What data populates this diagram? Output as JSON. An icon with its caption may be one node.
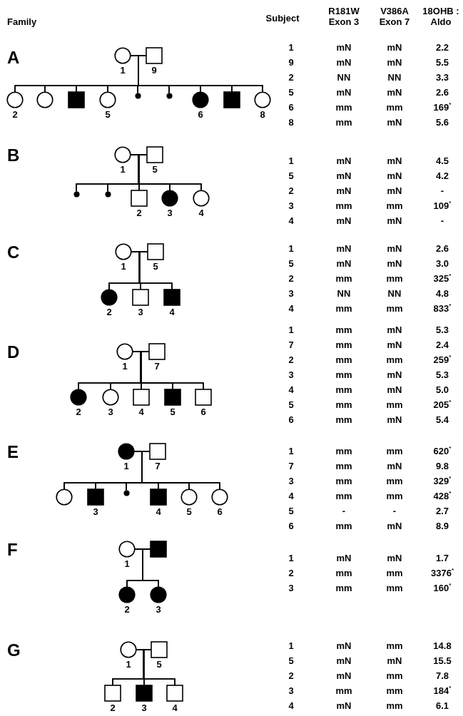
{
  "diagram": {
    "nodes": [
      {
        "text": [],
        "shape": "circle",
        "beside": [
          "1"
        ]
      },
      {
        "text": [],
        "shape": "box",
        "beside": [
          "9"
        ]
      },
      {
        "text": [],
        "shape": "circle",
        "beside": [
          "2"
        ]
      },
      {
        "text": [],
        "shape": "circle"
      },
      {
        "text": [],
        "shape": "block"
      },
      {
        "text": [],
        "shape": "circle",
        "beside": [
          "5"
        ]
      },
      {
        "text": [],
        "shape": "dot"
      },
      {
        "text": [],
        "shape": "dot"
      },
      {
        "text": [],
        "shape": "disc",
        "beside": [
          "6"
        ]
      },
      {
        "text": [],
        "shape": "block"
      },
      {
        "text": [],
        "shape": "circle",
        "beside": [
          "8"
        ]
      },
      {
        "text": [],
        "shape": "circle",
        "beside": [
          "1"
        ]
      },
      {
        "text": [],
        "shape": "box",
        "beside": [
          "5"
        ]
      },
      {
        "text": [],
        "shape": "dot"
      },
      {
        "text": [],
        "shape": "dot"
      },
      {
        "text": [],
        "shape": "box",
        "beside": [
          "2"
        ]
      },
      {
        "text": [],
        "shape": "disc",
        "beside": [
          "3"
        ]
      },
      {
        "text": [],
        "shape": "circle",
        "beside": [
          "4"
        ]
      },
      {
        "text": [],
        "shape": "circle",
        "beside": [
          "1"
        ]
      },
      {
        "text": [],
        "shape": "box",
        "beside": [
          "5"
        ]
      },
      {
        "text": [],
        "shape": "disc",
        "beside": [
          "2"
        ]
      },
      {
        "text": [],
        "shape": "box",
        "beside": [
          "3"
        ]
      },
      {
        "text": [],
        "shape": "block",
        "beside": [
          "4"
        ]
      },
      {
        "text": [],
        "shape": "circle",
        "beside": [
          "1"
        ]
      },
      {
        "text": [],
        "shape": "box",
        "beside": [
          "7"
        ]
      },
      {
        "text": [],
        "shape": "disc",
        "beside": [
          "2"
        ]
      },
      {
        "text": [],
        "shape": "circle",
        "beside": [
          "3"
        ]
      },
      {
        "text": [],
        "shape": "box",
        "beside": [
          "4"
        ]
      },
      {
        "text": [],
        "shape": "block",
        "beside": [
          "5"
        ]
      },
      {
        "text": [],
        "shape": "box",
        "beside": [
          "6"
        ]
      },
      {
        "text": [],
        "shape": "disc",
        "beside": [
          "1"
        ]
      },
      {
        "text": [],
        "shape": "box",
        "beside": [
          "7"
        ]
      },
      {
        "text": [],
        "shape": "circle"
      },
      {
        "text": [],
        "shape": "block",
        "beside": [
          "3"
        ]
      },
      {
        "text": [],
        "shape": "dot"
      },
      {
        "text": [],
        "shape": "block",
        "beside": [
          "4"
        ]
      },
      {
        "text": [],
        "shape": "circle",
        "beside": [
          "5"
        ]
      },
      {
        "text": [],
        "shape": "circle",
        "beside": [
          "6"
        ]
      },
      {
        "text": [],
        "shape": "circle",
        "beside": [
          "1"
        ]
      },
      {
        "text": [],
        "shape": "block"
      },
      {
        "text": [],
        "shape": "disc",
        "beside": [
          "2"
        ]
      },
      {
        "text": [],
        "shape": "disc",
        "beside": [
          "3"
        ]
      },
      {
        "text": [],
        "shape": "circle",
        "beside": [
          "1"
        ]
      },
      {
        "text": [],
        "shape": "box",
        "beside": [
          "5"
        ]
      },
      {
        "text": [],
        "shape": "box",
        "beside": [
          "2"
        ]
      },
      {
        "text": [],
        "shape": "block",
        "beside": [
          "3"
        ]
      },
      {
        "text": [],
        "shape": "box",
        "beside": [
          "4"
        ]
      }
    ],
    "edges": [
      {
        "from": 0,
        "to": 1,
        "arrow": "none"
      },
      {
        "from": 0,
        "to": 2,
        "arrow": "none"
      },
      {
        "from": 1,
        "to": 2,
        "arrow": "none"
      },
      {
        "from": 0,
        "to": 3,
        "arrow": "none"
      },
      {
        "from": 1,
        "to": 3,
        "arrow": "none"
      },
      {
        "from": 0,
        "to": 4,
        "arrow": "none"
      },
      {
        "from": 1,
        "to": 4,
        "arrow": "none"
      },
      {
        "from": 0,
        "to": 5,
        "arrow": "none"
      },
      {
        "from": 1,
        "to": 5,
        "arrow": "none"
      },
      {
        "from": 0,
        "to": 6,
        "arrow": "none"
      },
      {
        "from": 1,
        "to": 6,
        "arrow": "none"
      },
      {
        "from": 0,
        "to": 7,
        "arrow": "none"
      },
      {
        "from": 1,
        "to": 7,
        "arrow": "none"
      },
      {
        "from": 0,
        "to": 8,
        "arrow": "none"
      },
      {
        "from": 1,
        "to": 8,
        "arrow": "none"
      },
      {
        "from": 0,
        "to": 9,
        "arrow": "none"
      },
      {
        "from": 1,
        "to": 9,
        "arrow": "none"
      },
      {
        "from": 0,
        "to": 10,
        "arrow": "none"
      },
      {
        "from": 1,
        "to": 10,
        "arrow": "none"
      },
      {
        "from": 11,
        "to": 12,
        "arrow": "none"
      },
      {
        "from": 11,
        "to": 13,
        "arrow": "none"
      },
      {
        "from": 12,
        "to": 13,
        "arrow": "none"
      },
      {
        "from": 11,
        "to": 14,
        "arrow": "none"
      },
      {
        "from": 12,
        "to": 14,
        "arrow": "none"
      },
      {
        "from": 11,
        "to": 15,
        "arrow": "none"
      },
      {
        "from": 12,
        "to": 15,
        "arrow": "none"
      },
      {
        "from": 11,
        "to": 16,
        "arrow": "none"
      },
      {
        "from": 12,
        "to": 16,
        "arrow": "none"
      },
      {
        "from": 11,
        "to": 17,
        "arrow": "none"
      },
      {
        "from": 12,
        "to": 17,
        "arrow": "none"
      },
      {
        "from": 18,
        "to": 19,
        "arrow": "none"
      },
      {
        "from": 18,
        "to": 20,
        "arrow": "none"
      },
      {
        "from": 19,
        "to": 20,
        "arrow": "none"
      },
      {
        "from": 18,
        "to": 21,
        "arrow": "none"
      },
      {
        "from": 19,
        "to": 21,
        "arrow": "none"
      },
      {
        "from": 18,
        "to": 22,
        "arrow": "none"
      },
      {
        "from": 19,
        "to": 22,
        "arrow": "none"
      },
      {
        "from": 23,
        "to": 24,
        "arrow": "none"
      },
      {
        "from": 23,
        "to": 25,
        "arrow": "none"
      },
      {
        "from": 24,
        "to": 25,
        "arrow": "none"
      },
      {
        "from": 23,
        "to": 26,
        "arrow": "none"
      },
      {
        "from": 24,
        "to": 26,
        "arrow": "none"
      },
      {
        "from": 23,
        "to": 27,
        "arrow": "none"
      },
      {
        "from": 24,
        "to": 27,
        "arrow": "none"
      },
      {
        "from": 23,
        "to": 28,
        "arrow": "none"
      },
      {
        "from": 24,
        "to": 28,
        "arrow": "none"
      },
      {
        "from": 23,
        "to": 29,
        "arrow": "none"
      },
      {
        "from": 24,
        "to": 29,
        "arrow": "none"
      },
      {
        "from": 30,
        "to": 31,
        "arrow": "none"
      },
      {
        "from": 30,
        "to": 32,
        "arrow": "none"
      },
      {
        "from": 31,
        "to": 32,
        "arrow": "none"
      },
      {
        "from": 30,
        "to": 33,
        "arrow": "none"
      },
      {
        "from": 31,
        "to": 33,
        "arrow": "none"
      },
      {
        "from": 30,
        "to": 34,
        "arrow": "none"
      },
      {
        "from": 31,
        "to": 34,
        "arrow": "none"
      },
      {
        "from": 30,
        "to": 35,
        "arrow": "none"
      },
      {
        "from": 31,
        "to": 35,
        "arrow": "none"
      },
      {
        "from": 30,
        "to": 36,
        "arrow": "none"
      },
      {
        "from": 31,
        "to": 36,
        "arrow": "none"
      },
      {
        "from": 30,
        "to": 37,
        "arrow": "none"
      },
      {
        "from": 31,
        "to": 37,
        "arrow": "none"
      },
      {
        "from": 38,
        "to": 39,
        "arrow": "none"
      },
      {
        "from": 38,
        "to": 40,
        "arrow": "none"
      },
      {
        "from": 39,
        "to": 40,
        "arrow": "none"
      },
      {
        "from": 38,
        "to": 41,
        "arrow": "none"
      },
      {
        "from": 39,
        "to": 41,
        "arrow": "none"
      },
      {
        "from": 42,
        "to": 43,
        "arrow": "none"
      },
      {
        "from": 42,
        "to": 44,
        "arrow": "none"
      },
      {
        "from": 43,
        "to": 44,
        "arrow": "none"
      },
      {
        "from": 42,
        "to": 45,
        "arrow": "none"
      },
      {
        "from": 43,
        "to": 45,
        "arrow": "none"
      },
      {
        "from": 42,
        "to": 46,
        "arrow": "none"
      },
      {
        "from": 43,
        "to": 46,
        "arrow": "none"
      }
    ],
    "labels": [
      "Family",
      "Subject",
      "R181W Exon 3",
      "V386A Exon 7",
      "18OHB : Aldo",
      "A",
      "1",
      "mN",
      "mN",
      "2.2",
      "9",
      "mN",
      "mN",
      "5.5",
      "2",
      "NN",
      "NN",
      "3.3",
      "5",
      "mN",
      "mN",
      "2.6",
      "6",
      "mm",
      "mm",
      "169$^{*}$",
      "8",
      "mm",
      "mN",
      "5.6",
      "B",
      "1",
      "mN",
      "mN",
      "4.5",
      "5",
      "mN",
      "mN",
      "4.2",
      "2",
      "mN",
      "mN",
      "-",
      "3",
      "mm",
      "mm",
      "109$^{*}$",
      "4",
      "mN",
      "mN",
      "-",
      "C",
      "1",
      "mN",
      "mN",
      "2.6",
      "5",
      "mN",
      "mN",
      "3.0",
      "2",
      "mm",
      "mm",
      "325$^{*}$",
      "3",
      "NN",
      "NN",
      "4.8",
      "4",
      "mm",
      "mm",
      "833$^{*}$",
      "D",
      "1",
      "mm",
      "mN",
      "5.3",
      "7",
      "mm",
      "mN",
      "2.4",
      "2",
      "mm",
      "mm",
      "259$^{*}$",
      "3",
      "mm",
      "mN",
      "5.3",
      "4",
      "mm",
      "mN",
      "5.0",
      "5",
      "mm",
      "mm",
      "205$^{*}$",
      "6",
      "mm",
      "mN",
      "5.4",
      "E",
      "1",
      "mm",
      "mm",
      "620$^{*}$",
      "7",
      "mm",
      "mN",
      "9.8",
      "3",
      "mm",
      "mm",
      "329$^{*}$",
      "4",
      "mm",
      "mm",
      "428$^{*}$",
      "5",
      "-",
      "-",
      "2.7",
      "6",
      "mm",
      "mN",
      "8.9",
      "F",
      "1",
      "mN",
      "mN",
      "1.7",
      "2",
      "mm",
      "mm",
      "3376$^{*}$",
      "3",
      "mm",
      "mm",
      "160$^{*}$",
      "G",
      "1",
      "mN",
      "mm",
      "14.8",
      "5",
      "mN",
      "mN",
      "15.5",
      "2",
      "mN",
      "mm",
      "7.8",
      "3",
      "mm",
      "mm",
      "184$^{*}$",
      "4",
      "mN",
      "mm",
      "6.1"
    ]
  }
}
